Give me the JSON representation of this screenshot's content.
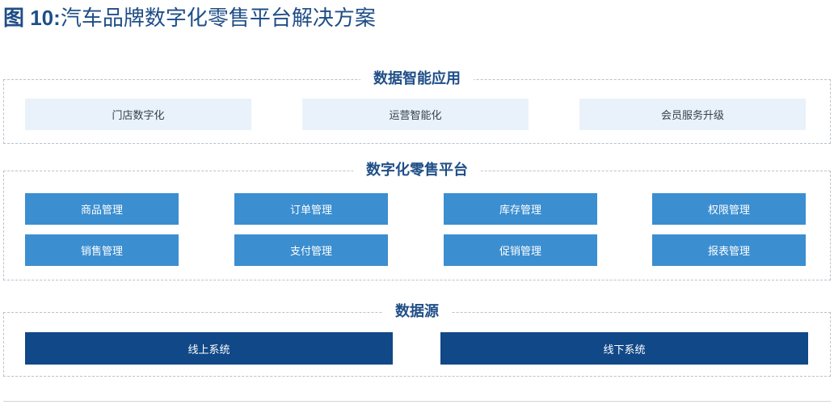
{
  "figure": {
    "label": "图 10:",
    "title": "汽车品牌数字化零售平台解决方案"
  },
  "layers": {
    "application": {
      "title": "数据智能应用",
      "items": [
        "门店数字化",
        "运营智能化",
        "会员服务升级"
      ]
    },
    "platform": {
      "title": "数字化零售平台",
      "row1": [
        "商品管理",
        "订单管理",
        "库存管理",
        "权限管理"
      ],
      "row2": [
        "销售管理",
        "支付管理",
        "促销管理",
        "报表管理"
      ]
    },
    "source": {
      "title": "数据源",
      "items": [
        "线上系统",
        "线下系统"
      ]
    }
  },
  "colors": {
    "title": "#1f4e87",
    "light_box": "#e9f2fa",
    "mid_box": "#3b8ed0",
    "dark_box": "#114887",
    "dashed_border": "#b9c2cc"
  }
}
